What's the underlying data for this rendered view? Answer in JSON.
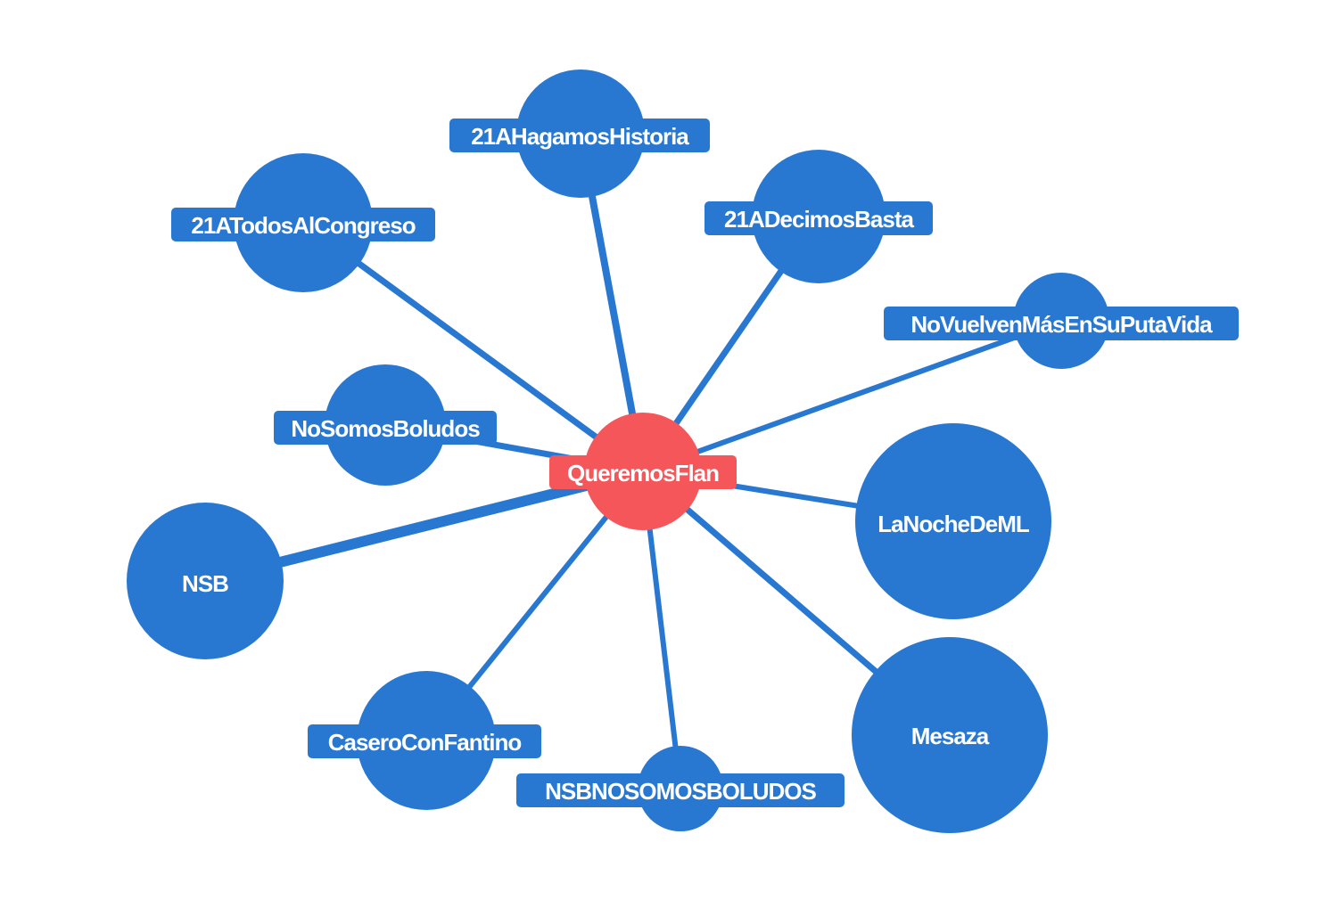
{
  "graph": {
    "colors": {
      "node": "#2878d2",
      "center": "#f5565a",
      "edge": "#2878d2",
      "label_text": "#ffffff",
      "background": "#ffffff"
    },
    "center": {
      "id": "queremosflan",
      "label": "QueremosFlan"
    },
    "nodes": [
      {
        "id": "21ahagamoshistoria",
        "label": "21AHagamosHistoria",
        "boxed": true
      },
      {
        "id": "21atodosalcongreso",
        "label": "21ATodosAlCongreso",
        "boxed": true
      },
      {
        "id": "21adecimosbasta",
        "label": "21ADecimosBasta",
        "boxed": true
      },
      {
        "id": "novuelvenmasensuputavida",
        "label": "NoVuelvenMásEnSuPutaVida",
        "boxed": true
      },
      {
        "id": "nosomosboludos",
        "label": "NoSomosBoludos",
        "boxed": true
      },
      {
        "id": "lanochedeml",
        "label": "LaNocheDeML",
        "boxed": false
      },
      {
        "id": "nsb",
        "label": "NSB",
        "boxed": false
      },
      {
        "id": "mesaza",
        "label": "Mesaza",
        "boxed": false
      },
      {
        "id": "caseroconfantino",
        "label": "CaseroConFantino",
        "boxed": true
      },
      {
        "id": "nsbnosomosboludos",
        "label": "NSBNOSOMOSBOLUDOS",
        "boxed": true
      }
    ]
  }
}
